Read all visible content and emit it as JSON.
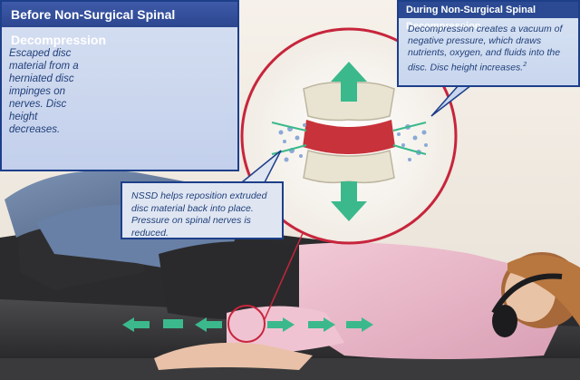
{
  "before_panel": {
    "title": "Before Non-Surgical Spinal Decompression",
    "text": "Escaped disc material from a herniated disc impinges on nerves. Disc height decreases."
  },
  "during_panel": {
    "title": "During Non-Surgical Spinal Decompression",
    "text": "Decompression creates a vacuum of negative pressure, which draws nutrients, oxygen, and fluids into the disc. Disc height increases.",
    "footnote": "2"
  },
  "callout": {
    "text": "NSSD helps reposition extruded disc material back into place. Pressure on spinal nerves is reduced."
  },
  "colors": {
    "panel_border": "#1d3f8a",
    "title_bar": "#2c4690",
    "pressure_arrow": "#e8453c",
    "decompress_arrow": "#3bb98c",
    "magnify_ring": "#c7253c",
    "disc": "#c8323a",
    "vertebra": "#e9e4d2"
  },
  "icons": [
    "red-compression-arrow",
    "green-expansion-arrow",
    "vertebra-illustration",
    "magnifier-ring"
  ]
}
